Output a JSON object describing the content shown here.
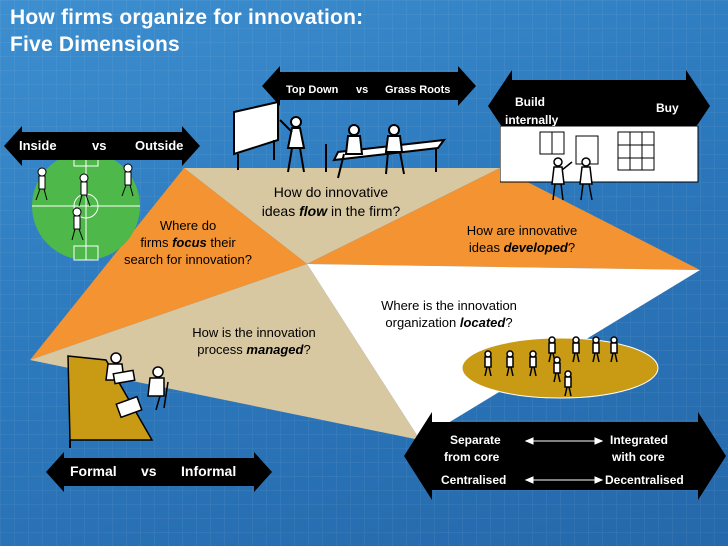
{
  "title": {
    "line1": "How firms organize for innovation:",
    "line2": "Five Dimensions"
  },
  "dimensions": {
    "flow": {
      "left": "Top Down",
      "vs": "vs",
      "right": "Grass Roots"
    },
    "focus": {
      "left": "Inside",
      "vs": "vs",
      "right": "Outside"
    },
    "develop": {
      "left1": "Build",
      "left2": "internally",
      "right": "Buy"
    },
    "manage": {
      "left": "Formal",
      "vs": "vs",
      "right": "Informal"
    },
    "locate": {
      "left1a": "Separate",
      "left1b": "from core",
      "right1a": "Integrated",
      "right1b": "with core",
      "left2": "Centralised",
      "right2": "Decentralised"
    }
  },
  "questions": {
    "flow": {
      "pre": "How do innovative",
      "pre2": "ideas ",
      "em": "flow",
      "post": " in the firm?"
    },
    "focus": {
      "pre": "Where do",
      "pre2": "firms ",
      "em": "focus",
      "post": " their",
      "line3": "search for innovation?"
    },
    "develop": {
      "pre": "How are innovative",
      "pre2": "ideas ",
      "em": "developed",
      "post": "?"
    },
    "located": {
      "pre": "Where is the innovation",
      "pre2": "organization ",
      "em": "located",
      "post": "?"
    },
    "managed": {
      "pre": "How is the innovation",
      "pre2": "process ",
      "em": "managed",
      "post": "?"
    }
  },
  "colors": {
    "background": "#2c79bd",
    "orange": "#f39332",
    "tan": "#d8c8a2",
    "white": "#ffffff",
    "field_green": "#4fb84a",
    "table_gold": "#c99a14"
  }
}
